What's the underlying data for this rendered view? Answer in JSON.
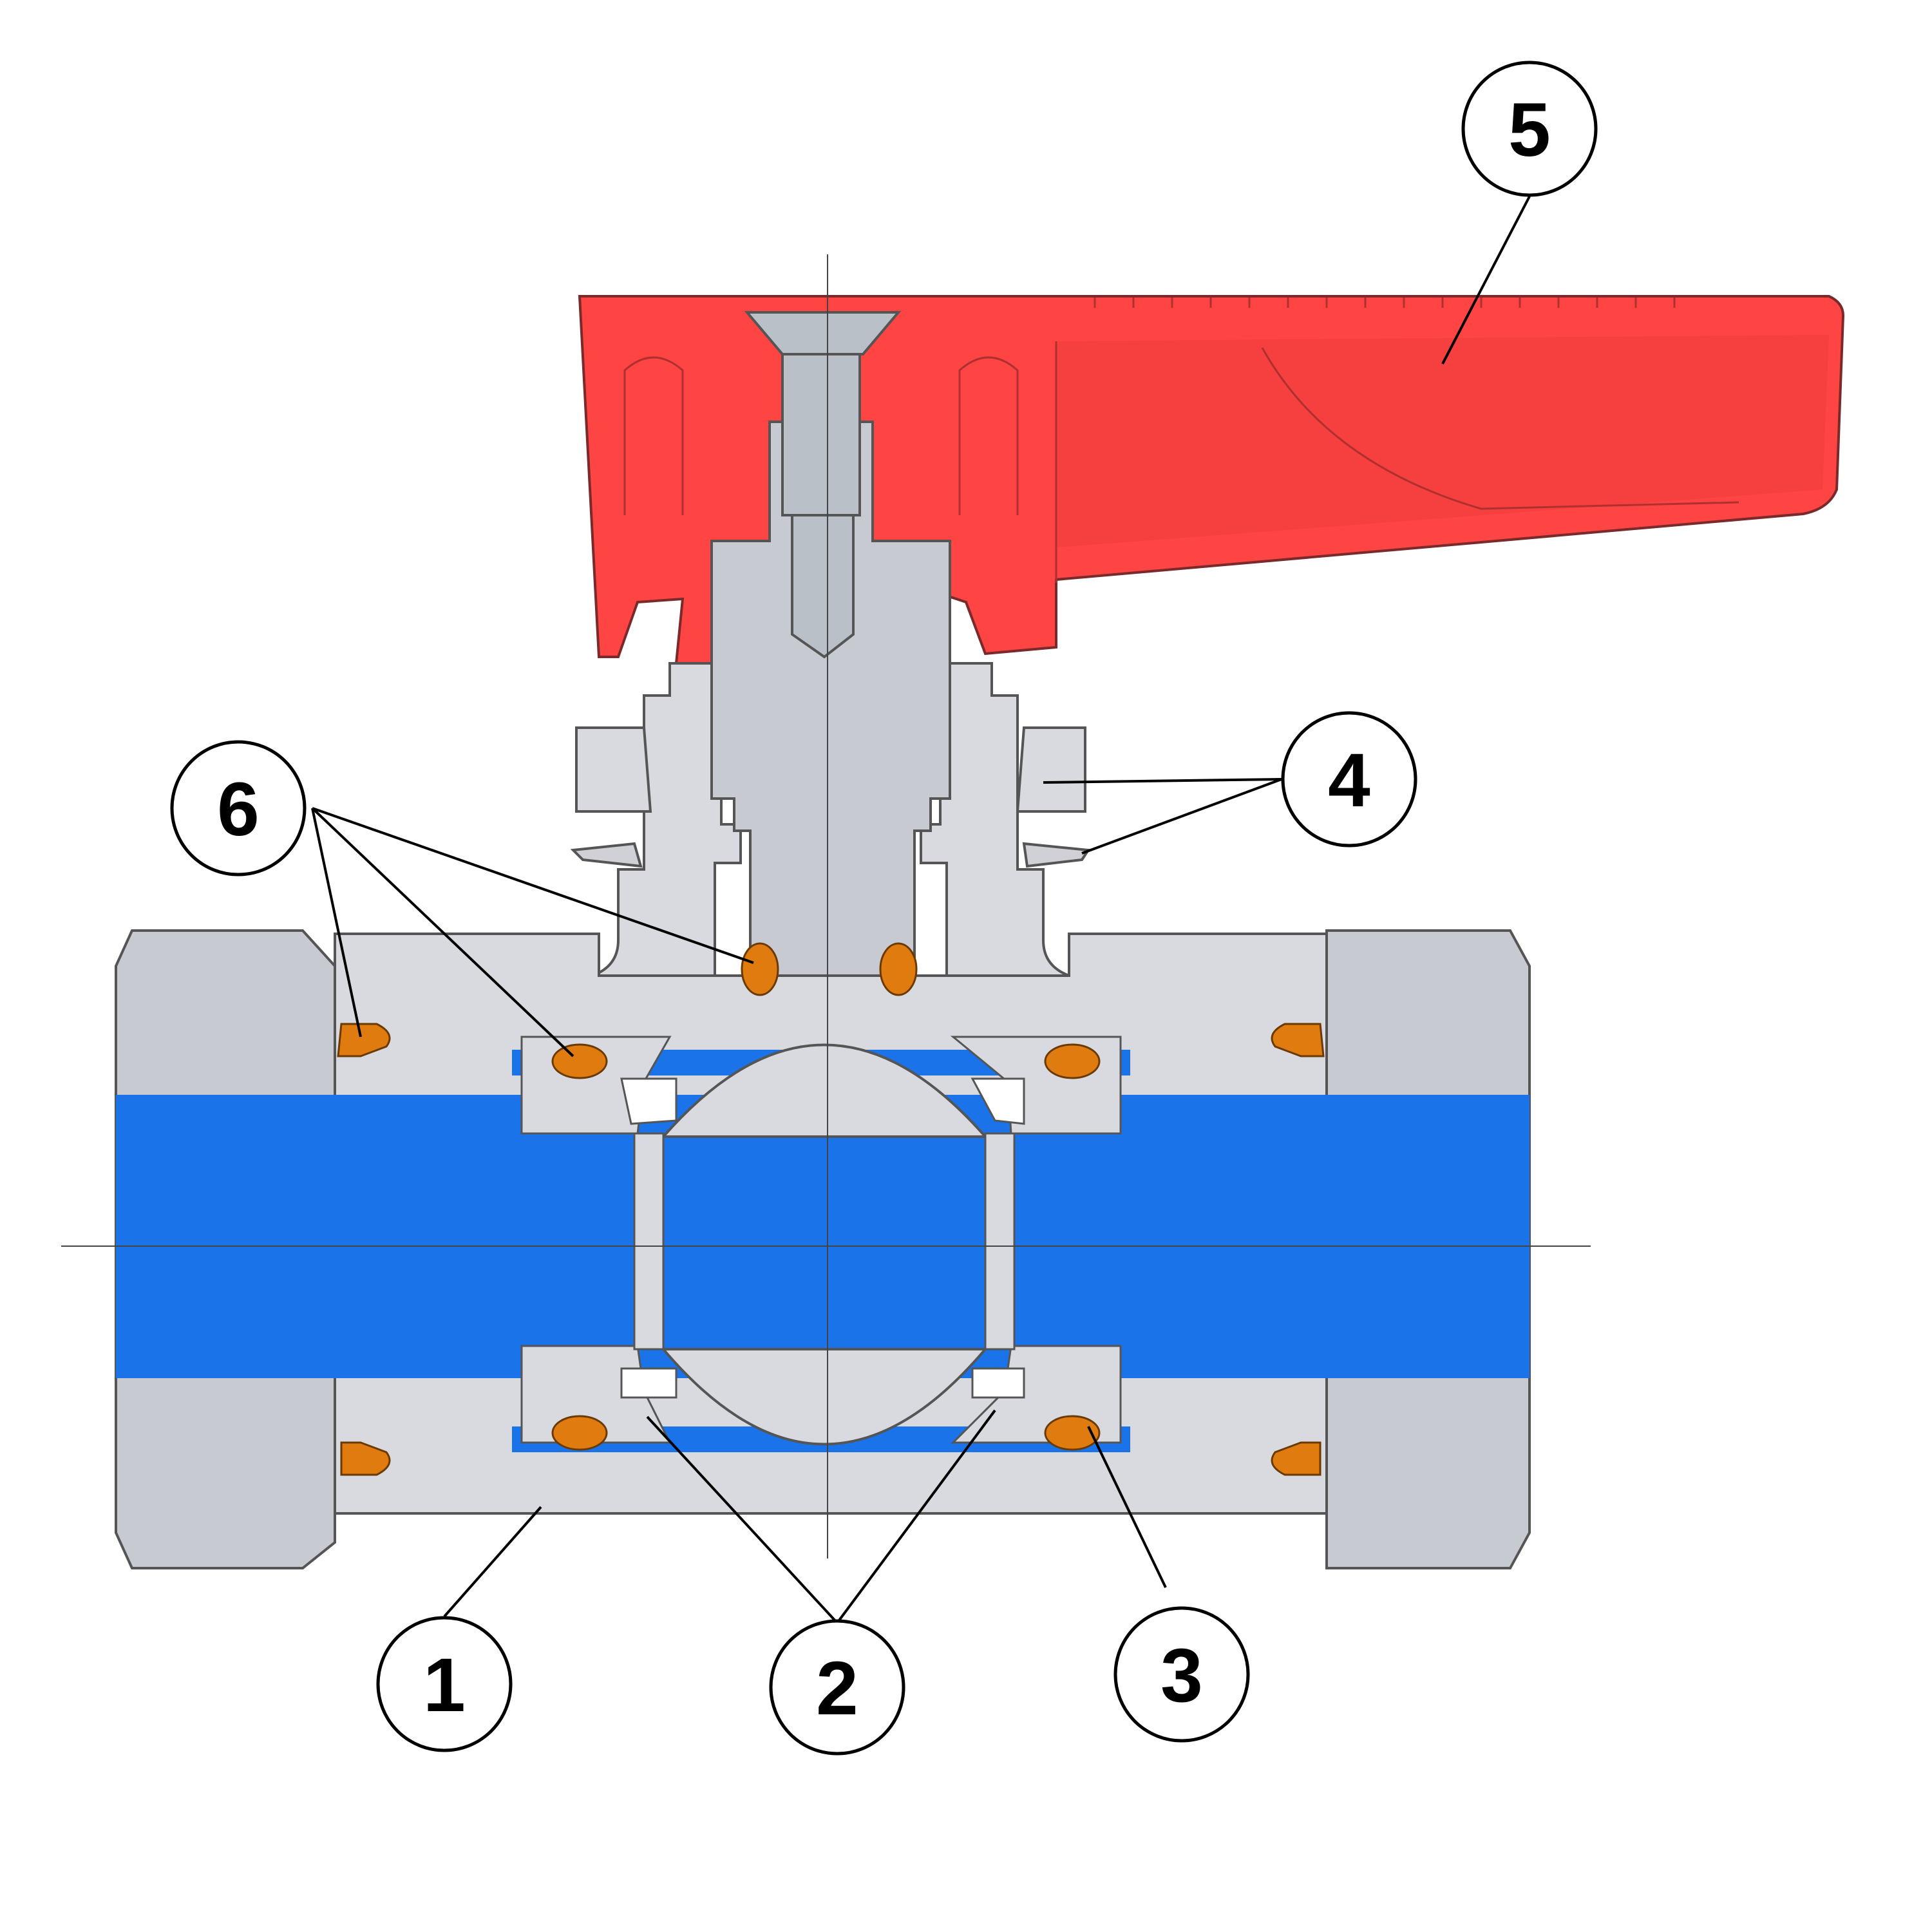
{
  "colors": {
    "body_metal": "#d9dadf",
    "body_metal_dark": "#c8cad1",
    "bore_fluid": "#1a73e8",
    "handle": "#ff4444",
    "handle_shade": "#ee3c3c",
    "seal": "#e07b10",
    "screw": "#b9c0c8",
    "outline": "#555555",
    "leader": "#000000"
  },
  "callouts": [
    {
      "label": "1"
    },
    {
      "label": "2"
    },
    {
      "label": "3"
    },
    {
      "label": "4"
    },
    {
      "label": "5"
    },
    {
      "label": "6"
    }
  ]
}
